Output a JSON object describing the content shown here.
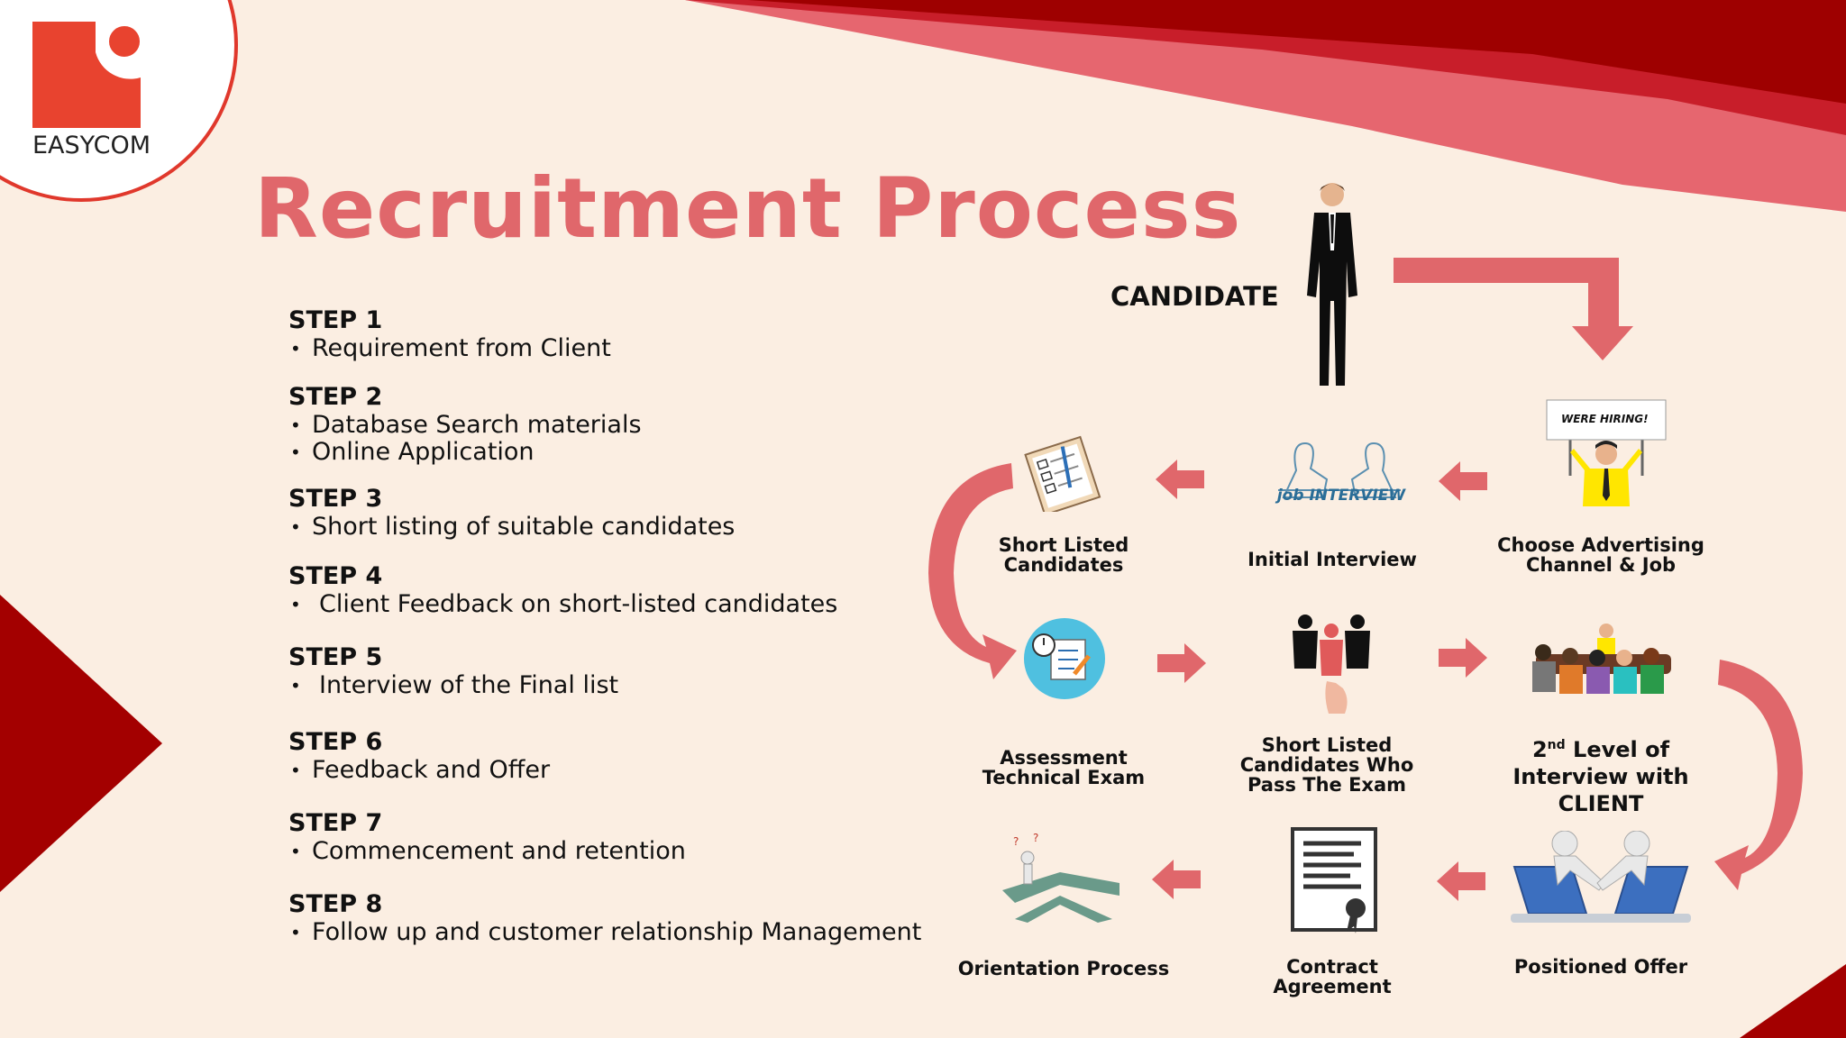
{
  "brand": {
    "name": "EASYCOM",
    "accent": "#e04b3c",
    "dark_red": "#a00000",
    "title_color": "#e0676b"
  },
  "title": "Recruitment Process",
  "steps": [
    {
      "heading": "STEP 1",
      "items": [
        "Requirement from Client"
      ]
    },
    {
      "heading": "STEP 2",
      "items": [
        "Database Search materials",
        "Online Application"
      ]
    },
    {
      "heading": "STEP 3",
      "items": [
        "Short listing of suitable candidates"
      ]
    },
    {
      "heading": "STEP 4",
      "items": [
        "Client Feedback on short-listed candidates"
      ]
    },
    {
      "heading": "STEP 5",
      "items": [
        "Interview of the Final list"
      ]
    },
    {
      "heading": "STEP 6",
      "items": [
        "Feedback and Offer"
      ]
    },
    {
      "heading": "STEP 7",
      "items": [
        "Commencement and retention"
      ]
    },
    {
      "heading": "STEP 8",
      "items": [
        "Follow up and customer relationship Management"
      ]
    }
  ],
  "flow": {
    "candidate_label": "CANDIDATE",
    "sign_text": "WERE HIRING!",
    "job_interview_text": "job INTERVIEW",
    "nodes": {
      "choose_advertising": [
        "Choose Advertising",
        "Channel & Job"
      ],
      "initial_interview": [
        "Initial Interview"
      ],
      "short_listed": [
        "Short Listed",
        "Candidates"
      ],
      "assessment": [
        "Assessment",
        "Technical Exam"
      ],
      "pass_exam": [
        "Short Listed",
        "Candidates Who",
        "Pass The Exam"
      ],
      "second_level": {
        "num": "2",
        "sup": "nd",
        "rest": " Level of",
        "line2": "Interview with",
        "line3": "CLIENT"
      },
      "positioned_offer": [
        "Positioned Offer"
      ],
      "contract": [
        "Contract",
        "Agreement"
      ],
      "orientation": [
        "Orientation Process"
      ]
    }
  }
}
